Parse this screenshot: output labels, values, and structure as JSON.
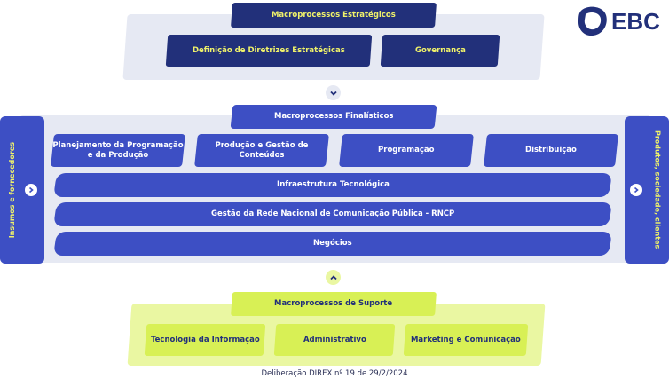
{
  "logo": {
    "text": "EBC",
    "color": "#22307a"
  },
  "strategic": {
    "title": "Macroprocessos Estratégicos",
    "items": [
      "Definição de Diretrizes Estratégicas",
      "Governança"
    ]
  },
  "finalistic": {
    "title": "Macroprocessos Finalísticos",
    "boxes": [
      "Planejamento da Programação e da Produção",
      "Produção e Gestão de Conteúdos",
      "Programação",
      "Distribuição"
    ],
    "bands": [
      "Infraestrutura Tecnológica",
      "Gestão da Rede Nacional de Comunicação Pública - RNCP",
      "Negócios"
    ],
    "left_side": "Insumos e fornecedores",
    "right_side": "Produtos, sociedade, clientes"
  },
  "support": {
    "title": "Macroprocessos de Suporte",
    "items": [
      "Tecnologia da Informação",
      "Administrativo",
      "Marketing e Comunicação"
    ]
  },
  "footnote": "Deliberação DIREX nº 19 de 29/2/2024",
  "icons": {
    "down": "chevron-down-icon",
    "up": "chevron-up-icon",
    "right": "chevron-right-icon"
  },
  "colors": {
    "navy": "#22307a",
    "blue": "#3d4fc4",
    "lime": "#d8f055",
    "yellow_text": "#f0f26a",
    "panel": "#e6e9f3"
  }
}
